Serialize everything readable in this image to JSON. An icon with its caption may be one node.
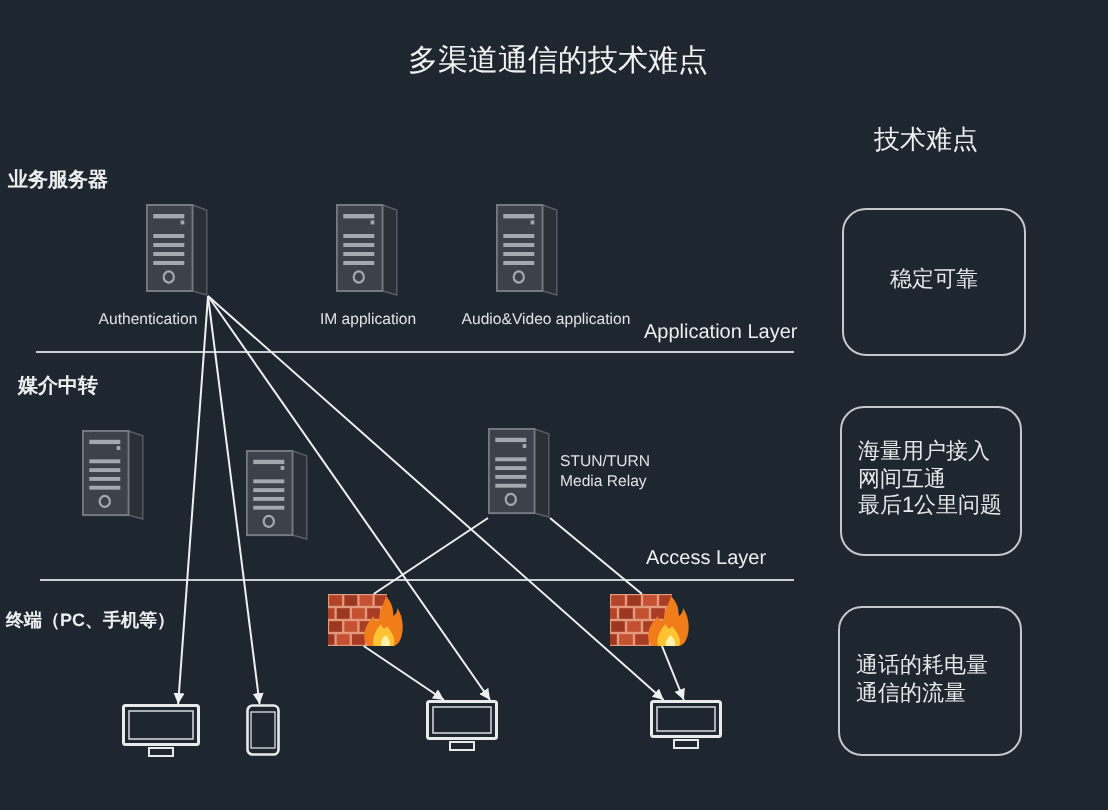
{
  "diagram": {
    "title": "多渠道通信的技术难点",
    "nodes": [
      {
        "text": [],
        "shape": "picture",
        "beside": [
          "Authentication"
        ]
      },
      {
        "text": [],
        "shape": "picture",
        "beside": [
          "IM application"
        ]
      },
      {
        "text": [],
        "shape": "picture",
        "beside": [
          "Audio&Video application"
        ]
      },
      {
        "text": [],
        "shape": "picture"
      },
      {
        "text": [],
        "shape": "picture"
      },
      {
        "text": [],
        "shape": "picture",
        "beside": [
          "STUN/TURN Media Relay"
        ]
      },
      {
        "text": [],
        "shape": "picture"
      },
      {
        "text": [],
        "shape": "picture"
      },
      {
        "text": [],
        "shape": "picture"
      },
      {
        "text": [],
        "shape": "picture"
      },
      {
        "text": [],
        "shape": "picture"
      },
      {
        "text": [],
        "shape": "picture"
      },
      {
        "text": [
          "稳定可靠"
        ]
      },
      {
        "text": [
          "海量用户接入",
          "网间互通",
          "最后1公里问题"
        ]
      },
      {
        "text": [
          "通话的耗电量",
          "通信的流量"
        ]
      }
    ],
    "edges": [
      {
        "from": 0,
        "to": 8,
        "arrow": "to"
      },
      {
        "from": 0,
        "to": 9,
        "arrow": "to"
      },
      {
        "from": 0,
        "to": 10,
        "arrow": "to"
      },
      {
        "from": 0,
        "to": 11,
        "arrow": "to"
      },
      {
        "from": 5,
        "to": 6,
        "arrow": "none"
      },
      {
        "from": 6,
        "to": 10,
        "arrow": "to"
      },
      {
        "from": 5,
        "to": 7,
        "arrow": "none"
      },
      {
        "from": 7,
        "to": 11,
        "arrow": "to"
      }
    ],
    "labels": [
      "技术难点",
      "业务服务器",
      "Application Layer",
      "媒介中转",
      "Access Layer",
      "终端（PC、手机等）"
    ]
  }
}
